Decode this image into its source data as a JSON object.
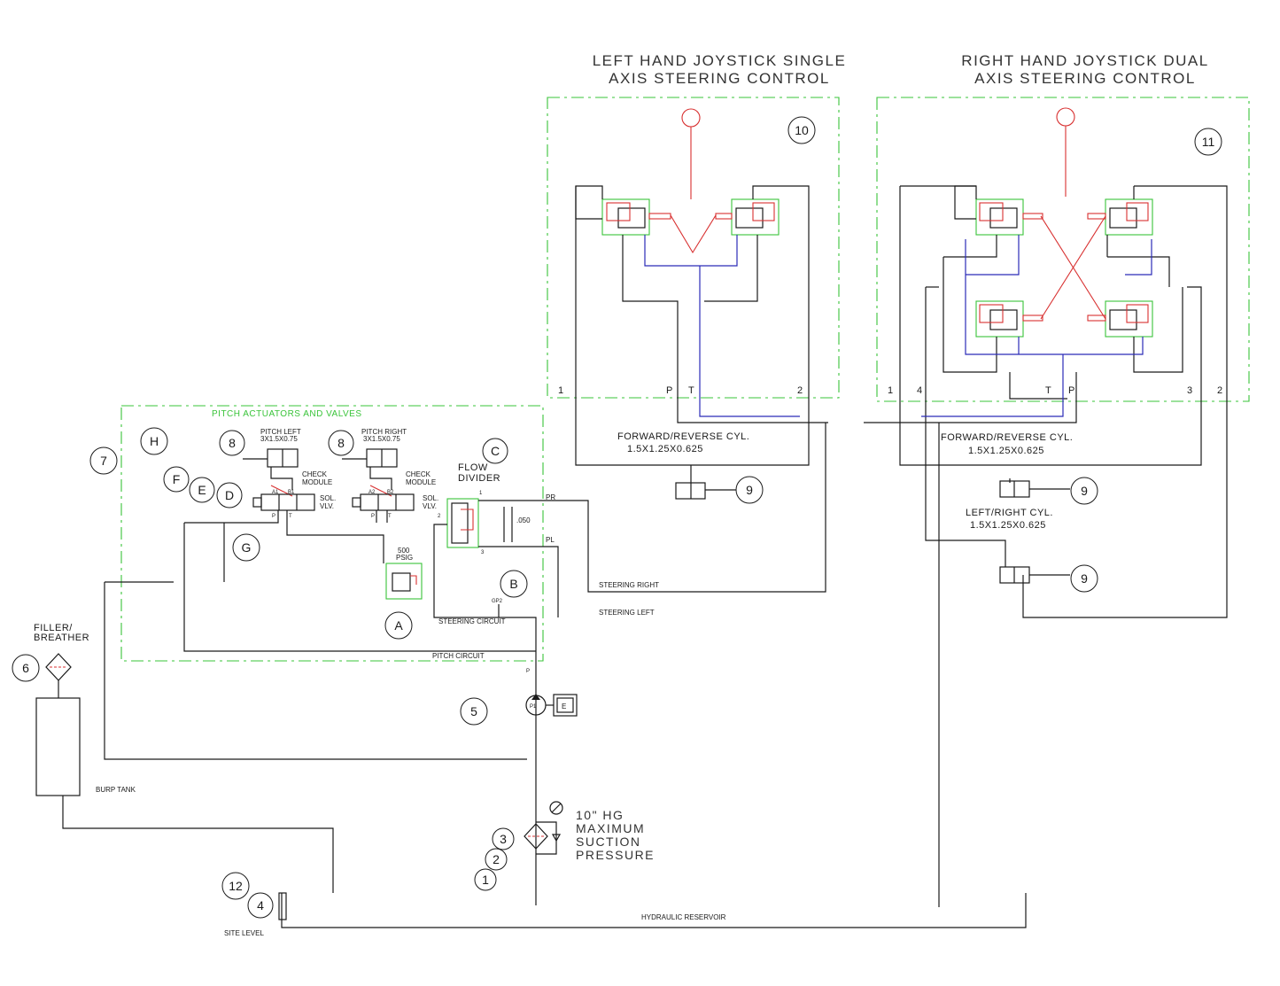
{
  "titles": {
    "left_joystick_line1": "LEFT HAND JOYSTICK SINGLE",
    "left_joystick_line2": "AXIS STEERING CONTROL",
    "right_joystick_line1": "RIGHT HAND JOYSTICK DUAL",
    "right_joystick_line2": "AXIS STEERING CONTROL"
  },
  "pitch_box_title": "PITCH ACTUATORS AND VALVES",
  "labels": {
    "pitch_left": "PITCH LEFT",
    "pitch_left_size": "3X1.5X0.75",
    "pitch_right": "PITCH RIGHT",
    "pitch_right_size": "3X1.5X0.75",
    "check_module_1": "CHECK",
    "check_module_2": "MODULE",
    "sol_1": "SOL.",
    "sol_2": "VLV.",
    "flow_1": "FLOW",
    "flow_2": "DIVIDER",
    "orifice": ".050",
    "relief_1": "500",
    "relief_2": "PSIG",
    "gp2": "GP2",
    "steering_circuit": "STEERING CIRCUIT",
    "pitch_circuit": "PITCH CIRCUIT",
    "steering_right": "STEERING RIGHT",
    "steering_left": "STEERING LEFT",
    "pr": "PR",
    "pl": "PL",
    "p_pump": "P",
    "pump": "P1",
    "motor": "E",
    "fwd_rev_1": "FORWARD/REVERSE CYL.",
    "fwd_rev_1_size": "1.5X1.25X0.625",
    "fwd_rev_2": "FORWARD/REVERSE CYL.",
    "fwd_rev_2_size": "1.5X1.25X0.625",
    "left_right": "LEFT/RIGHT CYL.",
    "left_right_size": "1.5X1.25X0.625",
    "filler_1": "FILLER/",
    "filler_2": "BREATHER",
    "burp_tank": "BURP TANK",
    "suction_1": "10\" HG",
    "suction_2": "MAXIMUM",
    "suction_3": "SUCTION",
    "suction_4": "PRESSURE",
    "reservoir": "HYDRAULIC RESERVOIR",
    "site_level": "SITE LEVEL",
    "port_a1": "A1",
    "port_b1": "B1",
    "port_a2": "A2",
    "port_b2": "B2",
    "port_p": "P",
    "port_t": "T",
    "fd_1": "1",
    "fd_2": "2",
    "fd_3": "3"
  },
  "ports_left_box": [
    "1",
    "P",
    "T",
    "2"
  ],
  "ports_right_box": [
    "1",
    "4",
    "T",
    "P",
    "3",
    "2"
  ],
  "bubbles": {
    "b10": "10",
    "b11": "11",
    "b7": "7",
    "b8a": "8",
    "b8b": "8",
    "bH": "H",
    "bF": "F",
    "bE": "E",
    "bD": "D",
    "bC": "C",
    "bG": "G",
    "bA": "A",
    "bB": "B",
    "b5": "5",
    "b6": "6",
    "b9a": "9",
    "b9b": "9",
    "b9c": "9",
    "b3": "3",
    "b2": "2",
    "b1": "1",
    "b12": "12",
    "b4": "4"
  },
  "colors": {
    "component_box": "#3ac43a",
    "pilot_line": "#d83030",
    "return_line": "#2b2bb8",
    "line": "#1a1a1a"
  }
}
